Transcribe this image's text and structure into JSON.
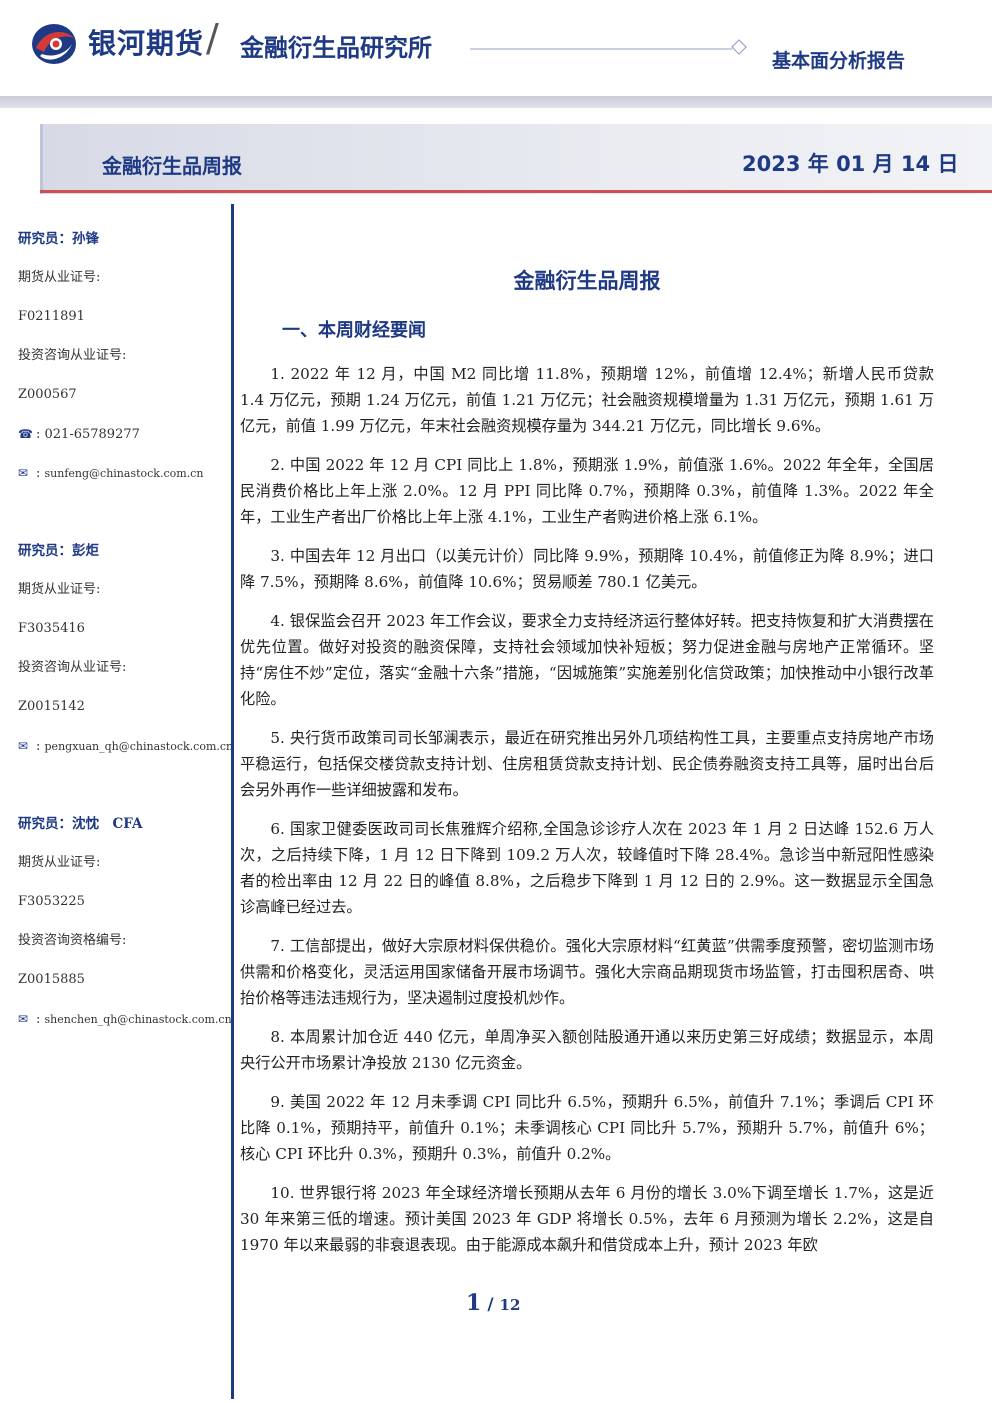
{
  "header": {
    "brand": "银河期货",
    "slash": "/",
    "institute": "金融衍生品研究所",
    "report_type": "基本面分析报告"
  },
  "title_bar": {
    "title": "金融衍生品周报",
    "date": "2023 年 01 月 14 日"
  },
  "sidebar": {
    "researchers": [
      {
        "name": "研究员：孙锋",
        "license_label": "期货从业证号:",
        "license": "F0211891",
        "advisory_label": "投资咨询从业证号:",
        "advisory": "Z000567",
        "phone": "021-65789277",
        "email": "sunfeng@chinastock.com.cn"
      },
      {
        "name": "研究员：彭炬",
        "license_label": "期货从业证号:",
        "license": "F3035416",
        "advisory_label": "投资咨询从业证号:",
        "advisory": "Z0015142",
        "email": "pengxuan_qh@chinastock.com.cn"
      },
      {
        "name": "研究员：沈忱　CFA",
        "license_label": "期货从业证号:",
        "license": "F3053225",
        "advisory_label": "投资咨询资格编号:",
        "advisory": "Z0015885",
        "email": "shenchen_qh@chinastock.com.cn"
      }
    ]
  },
  "main": {
    "title": "金融衍生品周报",
    "section": "一、本周财经要闻",
    "paragraphs": [
      "1. 2022 年 12 月，中国 M2 同比增 11.8%，预期增 12%，前值增 12.4%；新增人民币贷款 1.4 万亿元，预期 1.24 万亿元，前值 1.21 万亿元；社会融资规模增量为 1.31 万亿元，预期 1.61 万亿元，前值 1.99 万亿元，年末社会融资规模存量为 344.21 万亿元，同比增长 9.6%。",
      "2. 中国 2022 年 12 月 CPI 同比上 1.8%，预期涨 1.9%，前值涨 1.6%。2022 年全年，全国居民消费价格比上年上涨 2.0%。12 月 PPI 同比降 0.7%，预期降 0.3%，前值降 1.3%。2022 年全年，工业生产者出厂价格比上年上涨 4.1%，工业生产者购进价格上涨 6.1%。",
      "3. 中国去年 12 月出口（以美元计价）同比降 9.9%，预期降 10.4%，前值修正为降 8.9%；进口降 7.5%，预期降 8.6%，前值降 10.6%；贸易顺差 780.1 亿美元。",
      "4. 银保监会召开 2023 年工作会议，要求全力支持经济运行整体好转。把支持恢复和扩大消费摆在优先位置。做好对投资的融资保障，支持社会领域加快补短板；努力促进金融与房地产正常循环。坚持“房住不炒”定位，落实“金融十六条”措施，“因城施策”实施差别化信贷政策；加快推动中小银行改革化险。",
      "5. 央行货币政策司司长邹澜表示，最近在研究推出另外几项结构性工具，主要重点支持房地产市场平稳运行，包括保交楼贷款支持计划、住房租赁贷款支持计划、民企债券融资支持工具等，届时出台后会另外再作一些详细披露和发布。",
      "6. 国家卫健委医政司司长焦雅辉介绍称,全国急诊诊疗人次在 2023 年 1 月 2 日达峰 152.6 万人次，之后持续下降，1 月 12 日下降到 109.2 万人次，较峰值时下降 28.4%。急诊当中新冠阳性感染者的检出率由 12 月 22 日的峰值 8.8%，之后稳步下降到 1 月 12 日的 2.9%。这一数据显示全国急诊高峰已经过去。",
      "7. 工信部提出，做好大宗原材料保供稳价。强化大宗原材料“红黄蓝”供需季度预警，密切监测市场供需和价格变化，灵活运用国家储备开展市场调节。强化大宗商品期现货市场监管，打击囤积居奇、哄抬价格等违法违规行为，坚决遏制过度投机炒作。",
      "8. 本周累计加仓近 440 亿元，单周净买入额创陆股通开通以来历史第三好成绩；数据显示，本周央行公开市场累计净投放 2130 亿元资金。",
      "9. 美国 2022 年 12 月未季调 CPI 同比升 6.5%，预期升 6.5%，前值升 7.1%；季调后 CPI 环比降 0.1%，预期持平，前值升 0.1%；未季调核心 CPI 同比升 5.7%，预期升 5.7%，前值升 6%；核心 CPI 环比升 0.3%，预期升 0.3%，前值升 0.2%。",
      "10. 世界银行将 2023 年全球经济增长预期从去年 6 月份的增长 3.0%下调至增长 1.7%，这是近 30 年来第三低的增速。预计美国 2023 年 GDP 将增长 0.5%，去年 6 月预测为增长 2.2%，这是自 1970 年以来最弱的非衰退表现。由于能源成本飙升和借贷成本上升，预计 2023 年欧"
    ]
  },
  "footer": {
    "page_current": "1",
    "page_sep": "/",
    "page_total": "12"
  },
  "colors": {
    "brand_blue": "#1f3a84",
    "logo_red": "#d23a3a",
    "accent_red": "#d05050"
  },
  "icons": {
    "logo": "galaxy-futures-logo",
    "phone": "phone-icon",
    "email": "envelope-icon"
  }
}
